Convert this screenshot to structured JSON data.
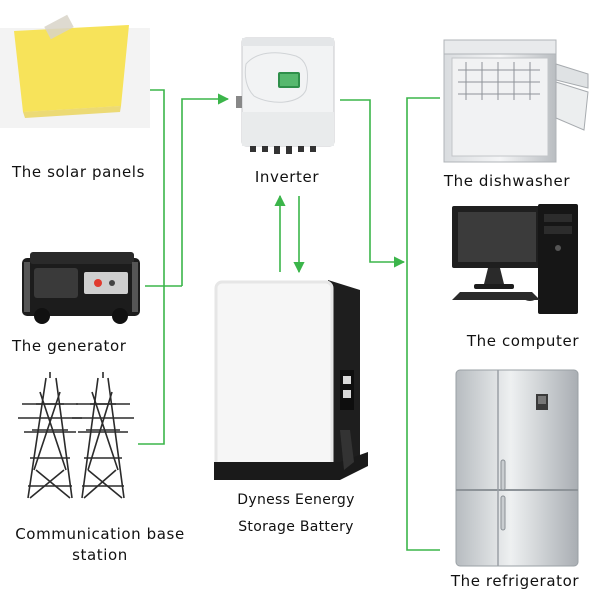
{
  "labels": {
    "solar": "The solar panels",
    "generator": "The generator",
    "comm_line1": "Communication base",
    "comm_line2": "station",
    "inverter": "Inverter",
    "battery_line1": "Dyness Eenergy",
    "battery_line2": "Storage Battery",
    "dishwasher": "The dishwasher",
    "computer": "The computer",
    "refrigerator": "The refrigerator"
  },
  "colors": {
    "connector": "#3bb54a",
    "note": "#f7e35a",
    "text": "#111111"
  }
}
